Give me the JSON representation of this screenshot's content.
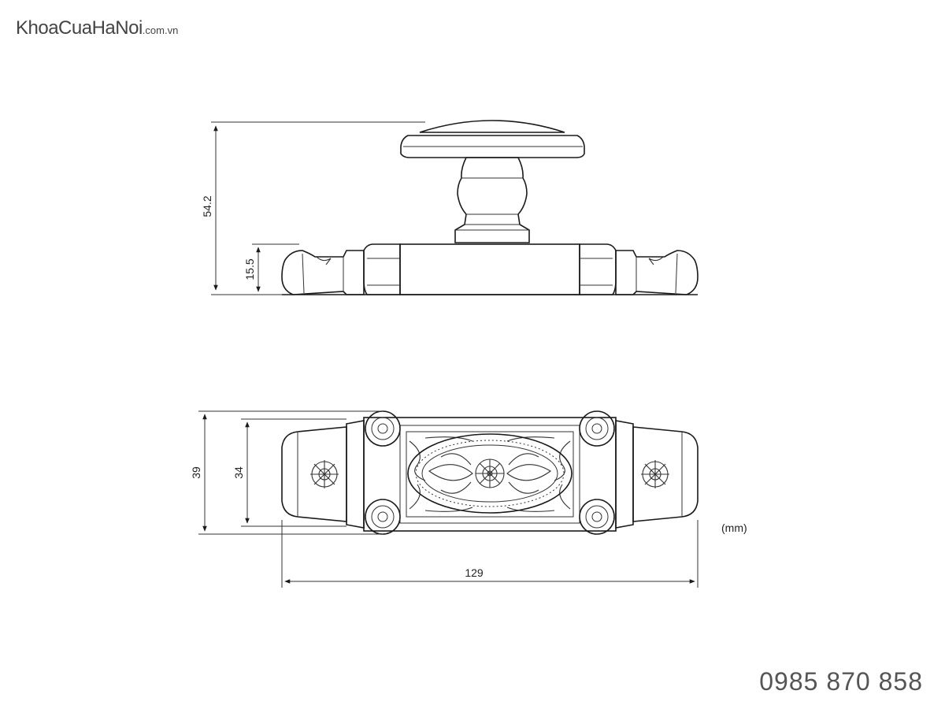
{
  "brand": {
    "name": "KhoaCuaHaNoi",
    "domain": ".com.vn"
  },
  "phone": "0985 870 858",
  "unit_label": "(mm)",
  "dimensions": {
    "total_height": "54.2",
    "base_height": "15.5",
    "plate_height_outer": "39",
    "plate_height_inner": "34",
    "length": "129"
  },
  "colors": {
    "line": "#1a1a1a",
    "text": "#222222",
    "watermark": "#444444"
  }
}
